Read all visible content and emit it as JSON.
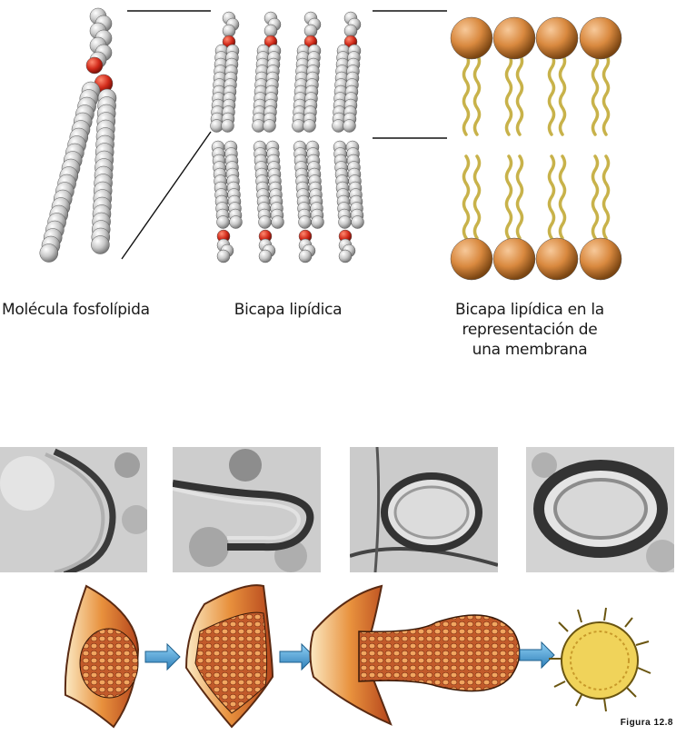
{
  "captions": {
    "molecule": "Molécula fosfolípida",
    "bilayer": "Bicapa lipídica",
    "membrane_line1": "Bicapa lipídica en la",
    "membrane_line2": "representación de",
    "membrane_line3": "una membrana"
  },
  "figure_label": "Figura 12.8",
  "colors": {
    "head_orange": "#d9893f",
    "tail_yellow": "#c8b24a",
    "atom_grey": "#c9c9c9",
    "oxygen_red": "#d12a1a",
    "arrow_blue": "#4aa3d9",
    "vesicle_orange": "#e07a3a",
    "vesicle_yellow": "#f0d35a"
  }
}
